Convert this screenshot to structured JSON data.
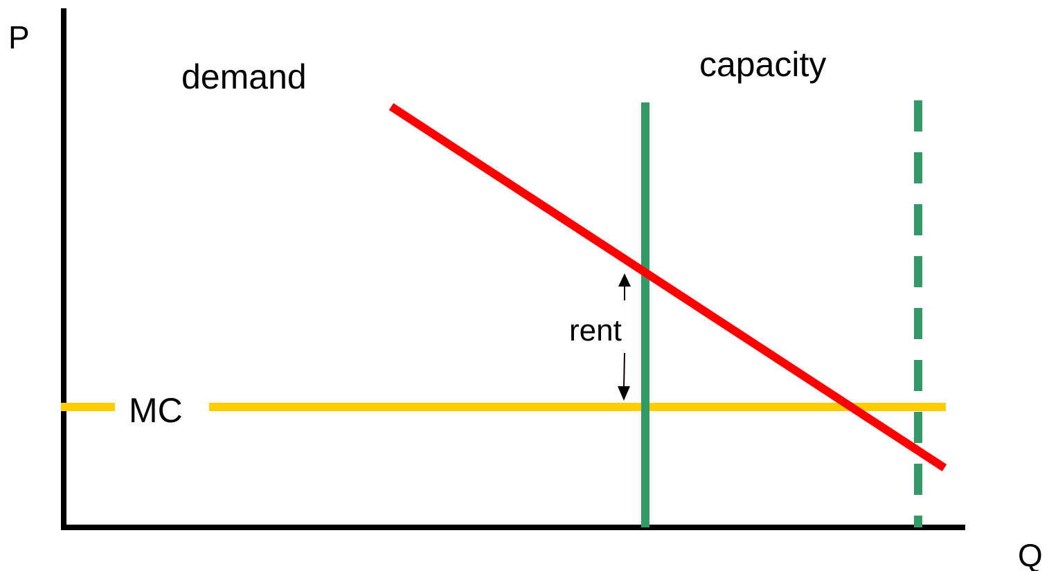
{
  "axes": {
    "y_label": "P",
    "x_label": "Q"
  },
  "labels": {
    "demand": "demand",
    "capacity": "capacity",
    "mc": "MC",
    "rent": "rent"
  },
  "lines": {
    "demand": "demand curve, downward sloping",
    "mc": "horizontal marginal cost line",
    "capacity": "vertical capacity line (solid)",
    "capacity_expanded": "vertical capacity line (dashed)"
  },
  "colors": {
    "axis": "#000000",
    "demand": "#ff0000",
    "mc": "#ffcc00",
    "capacity": "#339966",
    "text": "#000000",
    "background": "#ffffff"
  }
}
